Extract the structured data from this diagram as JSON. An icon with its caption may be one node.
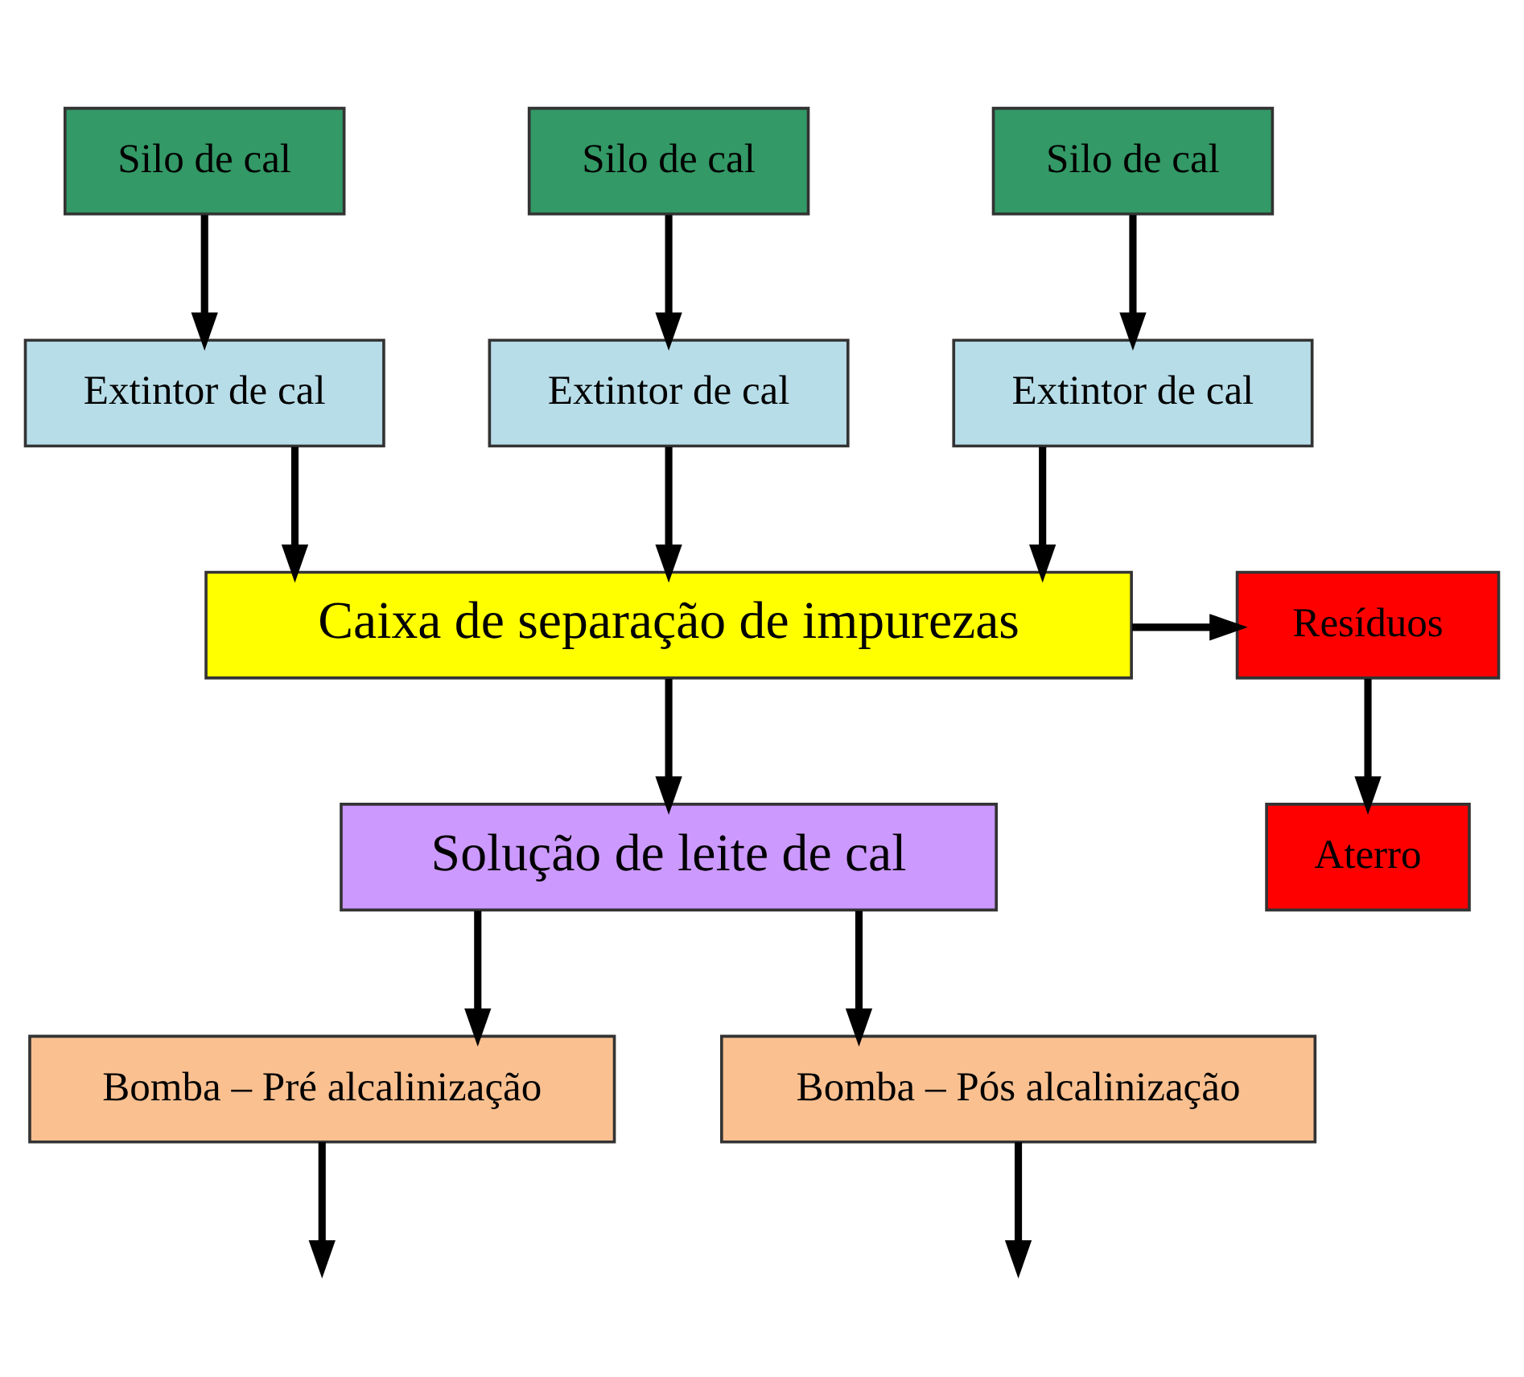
{
  "diagram": {
    "nodes": [
      {
        "text": [
          "Silo de cal"
        ]
      },
      {
        "text": [
          "Silo de cal"
        ]
      },
      {
        "text": [
          "Silo de cal"
        ]
      },
      {
        "text": [
          "Extintor de cal"
        ]
      },
      {
        "text": [
          "Extintor de cal"
        ]
      },
      {
        "text": [
          "Extintor de cal"
        ]
      },
      {
        "text": [
          "Caixa de separação de impurezas"
        ]
      },
      {
        "text": [
          "Resíduos"
        ]
      },
      {
        "text": [
          "Aterro"
        ]
      },
      {
        "text": [
          "Solução de leite de cal"
        ]
      },
      {
        "text": [
          "Bomba – Pré alcalinização"
        ]
      },
      {
        "text": [
          "Bomba – Pós alcalinização"
        ]
      }
    ],
    "edges": [
      {
        "from": 0,
        "to": 3,
        "arrow": "to"
      },
      {
        "from": 1,
        "to": 4,
        "arrow": "to"
      },
      {
        "from": 2,
        "to": 5,
        "arrow": "to"
      },
      {
        "from": 3,
        "to": 6,
        "arrow": "to"
      },
      {
        "from": 4,
        "to": 6,
        "arrow": "to"
      },
      {
        "from": 5,
        "to": 6,
        "arrow": "to"
      },
      {
        "from": 6,
        "to": 7,
        "arrow": "to"
      },
      {
        "from": 7,
        "to": 8,
        "arrow": "to"
      },
      {
        "from": 6,
        "to": 9,
        "arrow": "to"
      },
      {
        "from": 9,
        "to": 10,
        "arrow": "to"
      },
      {
        "from": 9,
        "to": 11,
        "arrow": "to"
      },
      {
        "from": 10,
        "to": null,
        "arrow": "to"
      },
      {
        "from": 11,
        "to": null,
        "arrow": "to"
      }
    ]
  }
}
